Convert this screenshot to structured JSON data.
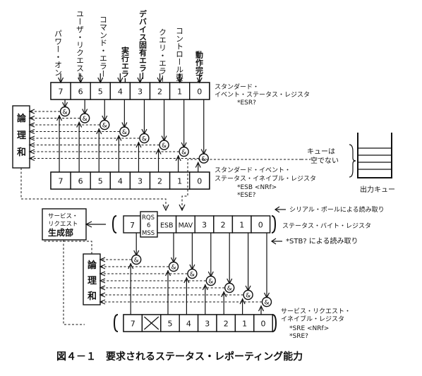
{
  "esr": {
    "bit_labels": [
      "パワー・オン",
      "ユーザ・リクエスト",
      "コマンド・エラー",
      "実行エラー",
      "デバイス固有エラー",
      "クエリ・エラー",
      "コントロール要求",
      "動作完了"
    ],
    "cells": [
      "7",
      "6",
      "5",
      "4",
      "3",
      "2",
      "1",
      "0"
    ],
    "caption": [
      "スタンダード・",
      "イベント・ステータス・レジスタ",
      "*ESR?"
    ]
  },
  "ese": {
    "cells": [
      "7",
      "6",
      "5",
      "4",
      "3",
      "2",
      "1",
      "0"
    ],
    "caption": [
      "スタンダード・イベント・",
      "ステータス・イネイブル・レジスタ",
      "*ESB <NRf>",
      "*ESE?"
    ]
  },
  "or_block": [
    "論",
    "理",
    "和"
  ],
  "and_symbol": "&",
  "queue": {
    "note": [
      "キューは",
      "空でない"
    ],
    "label": "出力キュー"
  },
  "srq_gen": [
    "サービス・",
    "リクエスト",
    "生成部"
  ],
  "stb": {
    "rqs": [
      "RQS",
      "6",
      "MSS"
    ],
    "cells": [
      "7",
      "ESB",
      "MAV",
      "3",
      "2",
      "1",
      "0"
    ],
    "caption": "ステータス・バイト・レジスタ",
    "serial_poll": "シリアル・ポールによる読み取り",
    "stb_read": "*STB? による読み取り"
  },
  "sre": {
    "cells": [
      "7",
      "",
      "5",
      "4",
      "3",
      "2",
      "1",
      "0"
    ],
    "caption": [
      "サービス・リクエスト・",
      "イネイブル・レジスタ",
      "*SRE <NRf>",
      "*SRE?"
    ]
  },
  "figure_caption": "図４－１　要求されるステータス・レポーティング能力"
}
